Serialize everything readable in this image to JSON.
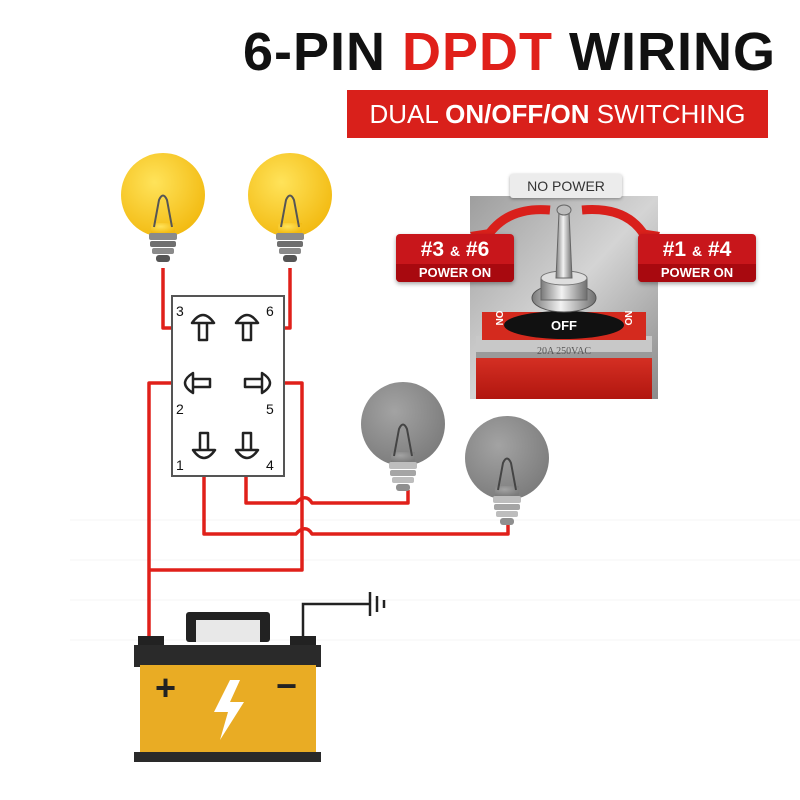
{
  "header": {
    "title_prefix": "6-PIN ",
    "title_accent": "DPDT",
    "title_suffix": " WIRING",
    "subtitle_prefix": "DUAL ",
    "subtitle_bold": "ON/OFF/ON",
    "subtitle_suffix": " SWITCHING"
  },
  "switch_photo": {
    "no_power_label": "NO POWER",
    "left_position": {
      "pins": "#3",
      "amp": "&",
      "pins2": "#6",
      "status": "POWER ON"
    },
    "right_position": {
      "pins": "#1",
      "amp": "&",
      "pins2": "#4",
      "status": "POWER ON"
    },
    "toggle_on_left": "ON",
    "toggle_off": "OFF",
    "toggle_on_right": "ON",
    "rating": "20A 250VAC"
  },
  "switch_pins": [
    "3",
    "6",
    "2",
    "5",
    "1",
    "4"
  ],
  "colors": {
    "accent": "#e0201a",
    "wire": "#e0201a",
    "bulb_on": "#f7c81b",
    "bulb_off": "#8c8c8c",
    "battery": "#e9ac24"
  },
  "battery": {
    "positive": "+",
    "negative": "−"
  }
}
